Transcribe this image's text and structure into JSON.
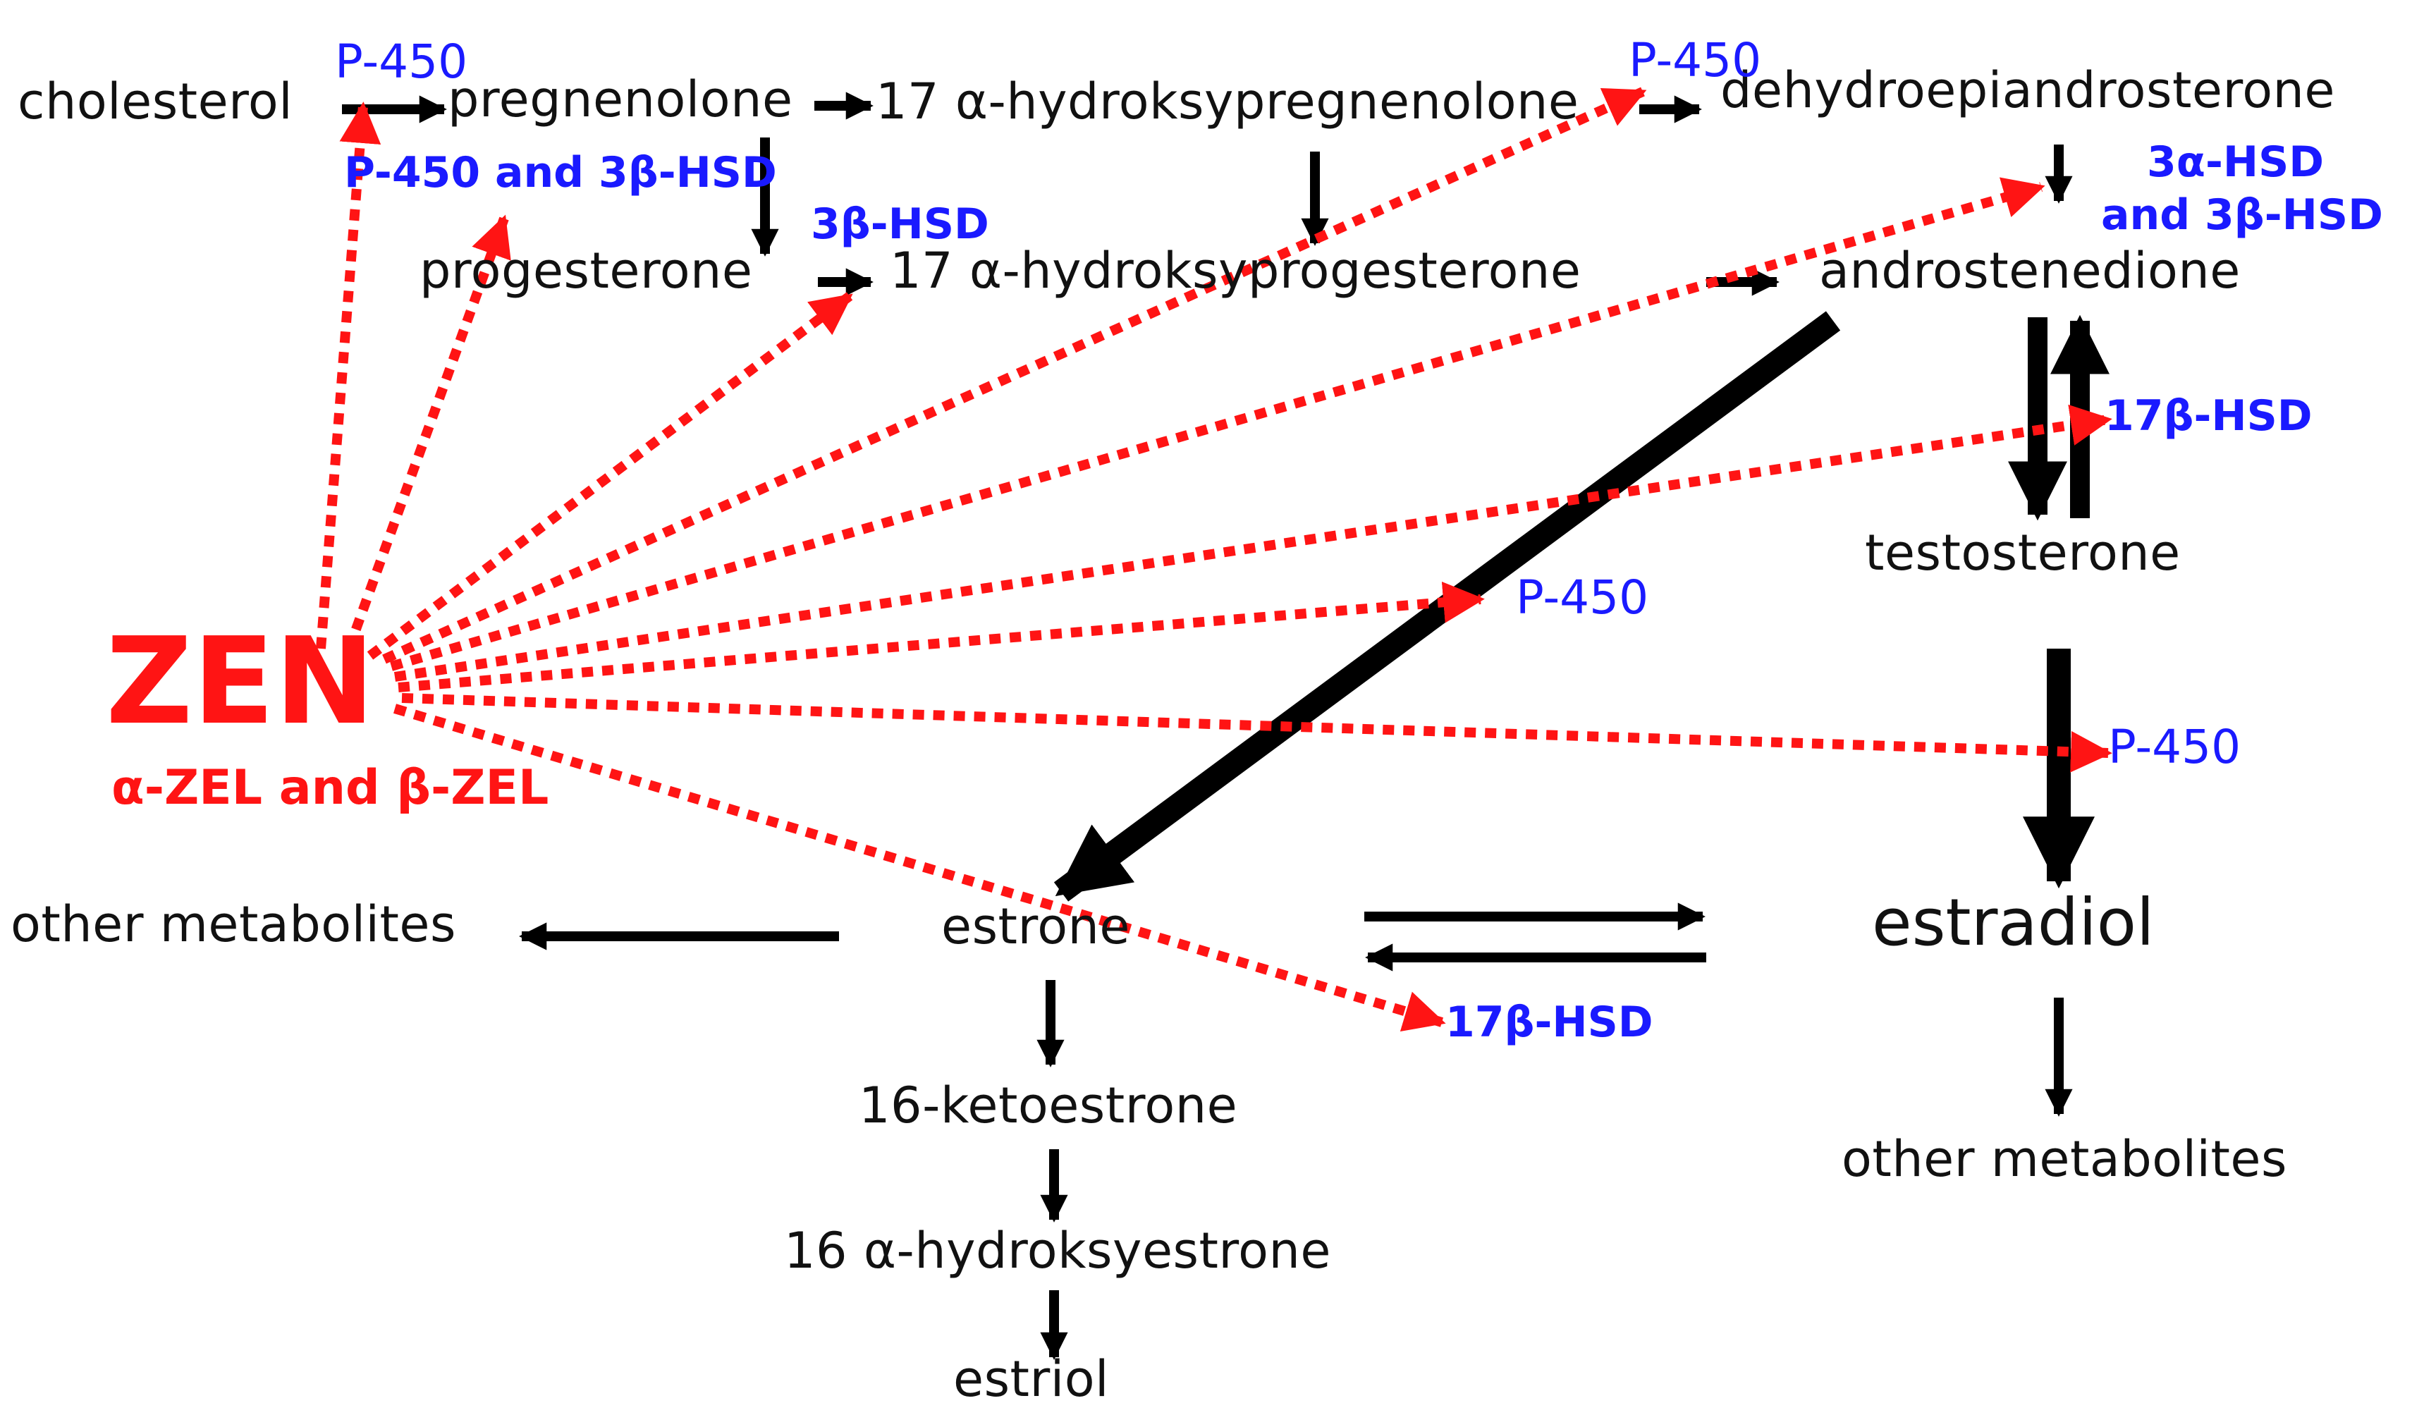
{
  "nodes": {
    "cholesterol": "cholesterol",
    "pregnenolone": "pregnenolone",
    "hydroxypregnenolone": "17 α-hydroksypregnenolone",
    "dhea": "dehydroepiandrosterone",
    "progesterone": "progesterone",
    "hydroxyprogesterone": "17 α-hydroksyprogesterone",
    "androstenedione": "androstenedione",
    "testosterone": "testosterone",
    "estrone": "estrone",
    "estradiol": "estradiol",
    "ketoestrone": "16-ketoestrone",
    "hydroxyestrone": "16 α-hydroksyestrone",
    "estriol": "estriol",
    "other_metabolites_left": "other metabolites",
    "other_metabolites_right": "other metabolites"
  },
  "enzymes": {
    "p450_top_left": "P-450",
    "p450_and_3bhsd": "P-450 and 3β-HSD",
    "hsd3b": "3β-HSD",
    "p450_top_right": "P-450",
    "hsd3a_line1": "3α-HSD",
    "hsd3a_line2": "and 3β-HSD",
    "hsd17b_right": "17β-HSD",
    "p450_middle": "P-450",
    "p450_estradiol": "P-450",
    "hsd17b_bottom": "17β-HSD"
  },
  "mycotoxin": {
    "name": "ZEN",
    "metabolites": "α-ZEL and β-ZEL"
  },
  "colors": {
    "compound_text": "#111111",
    "enzyme_text": "#1a1aff",
    "inhibition_arrow": "#ff1414",
    "pathway_arrow": "#000000"
  }
}
